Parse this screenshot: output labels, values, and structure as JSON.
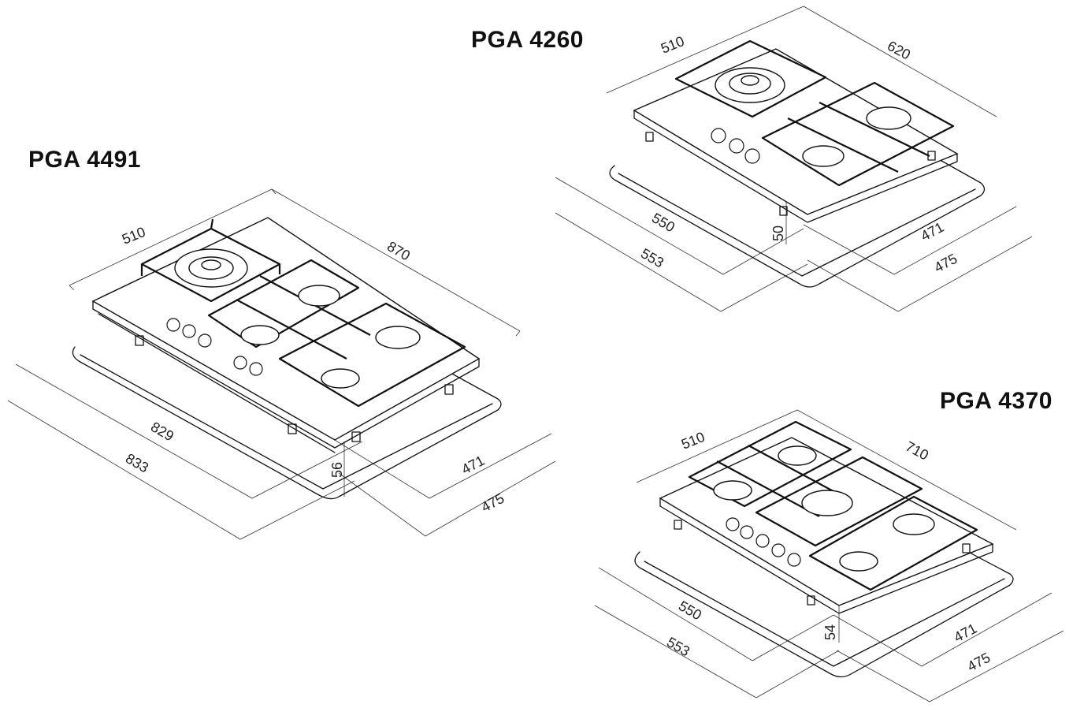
{
  "models": [
    {
      "id": "pga4491",
      "title": "PGA 4491",
      "dims": {
        "depth": "510",
        "width": "870",
        "cut_width_inner": "829",
        "cut_width_outer": "833",
        "height": "56",
        "cut_depth_inner": "471",
        "cut_depth_outer": "475"
      }
    },
    {
      "id": "pga4260",
      "title": "PGA 4260",
      "dims": {
        "depth": "510",
        "width": "620",
        "cut_width_inner": "550",
        "cut_width_outer": "553",
        "height": "50",
        "cut_depth_inner": "471",
        "cut_depth_outer": "475"
      }
    },
    {
      "id": "pga4370",
      "title": "PGA 4370",
      "dims": {
        "depth": "510",
        "width": "710",
        "cut_width_inner": "550",
        "cut_width_outer": "553",
        "height": "54",
        "cut_depth_inner": "471",
        "cut_depth_outer": "475"
      }
    }
  ]
}
